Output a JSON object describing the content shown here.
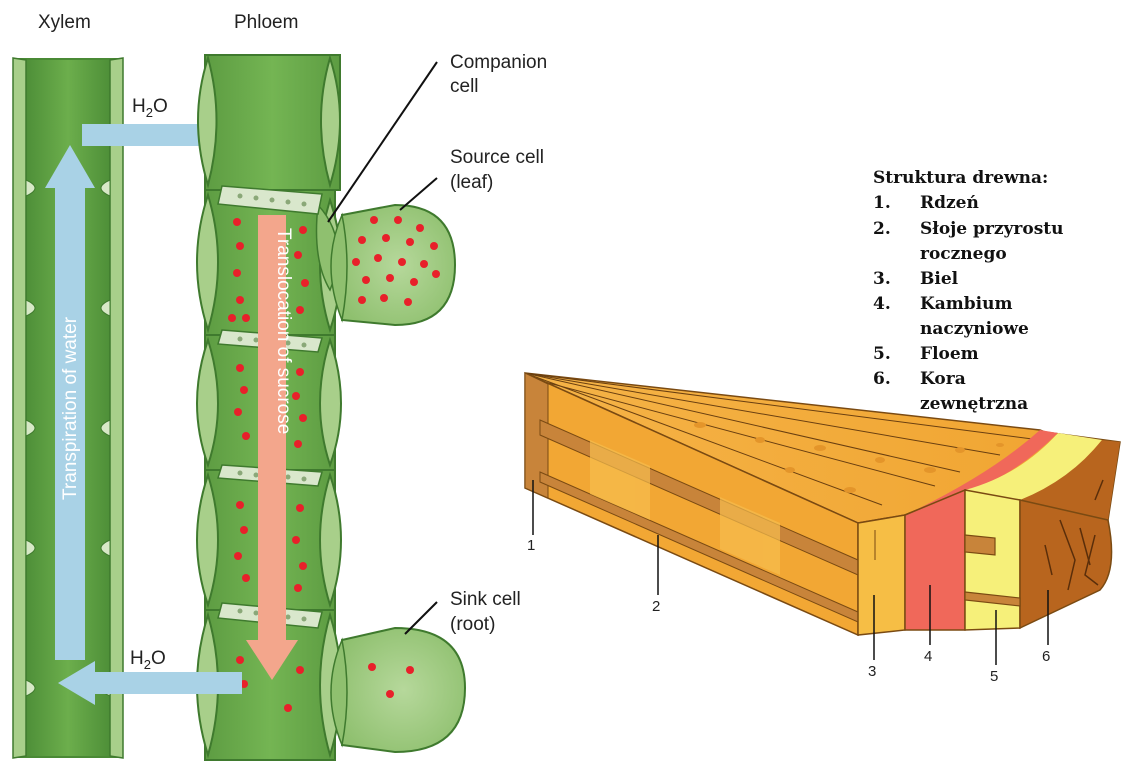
{
  "phloem_diagram": {
    "xylem_label": "Xylem",
    "phloem_label": "Phloem",
    "h2o_top": "H",
    "h2o_top_sub": "2",
    "h2o_top_o": "O",
    "h2o_bottom": "H",
    "h2o_bottom_sub": "2",
    "h2o_bottom_o": "O",
    "transpiration_label": "Transpiration of water",
    "translocation_label": "Translocation of sucrose",
    "companion_line1": "Companion",
    "companion_line2": "cell",
    "source_line1": "Source cell",
    "source_line2": "(leaf)",
    "sink_line1": "Sink cell",
    "sink_line2": "(root)"
  },
  "wood_diagram": {
    "legend_title": "Struktura drewna:",
    "legend_items": [
      {
        "num": "1.",
        "line1": "Rdzeń",
        "line2": ""
      },
      {
        "num": "2.",
        "line1": "Słoje przyrostu",
        "line2": "rocznego"
      },
      {
        "num": "3.",
        "line1": "Biel",
        "line2": ""
      },
      {
        "num": "4.",
        "line1": "Kambium",
        "line2": "naczyniowe"
      },
      {
        "num": "5.",
        "line1": "Floem",
        "line2": ""
      },
      {
        "num": "6.",
        "line1": "Kora",
        "line2": "zewnętrzna"
      }
    ],
    "callouts": [
      "1",
      "2",
      "3",
      "4",
      "5",
      "6"
    ]
  },
  "colors": {
    "cell_green": "#6aab4a",
    "cell_dark": "#3f7a2e",
    "cell_light": "#a8cf8a",
    "water_blue": "#a9d2e6",
    "sucrose_salmon": "#f3a68c",
    "sucrose_dot": "#e8202a",
    "wood_orange": "#f3a83b",
    "cambium_red": "#f0685a",
    "phloem_yellow": "#f6f07a",
    "bark_brown": "#b8651e"
  }
}
